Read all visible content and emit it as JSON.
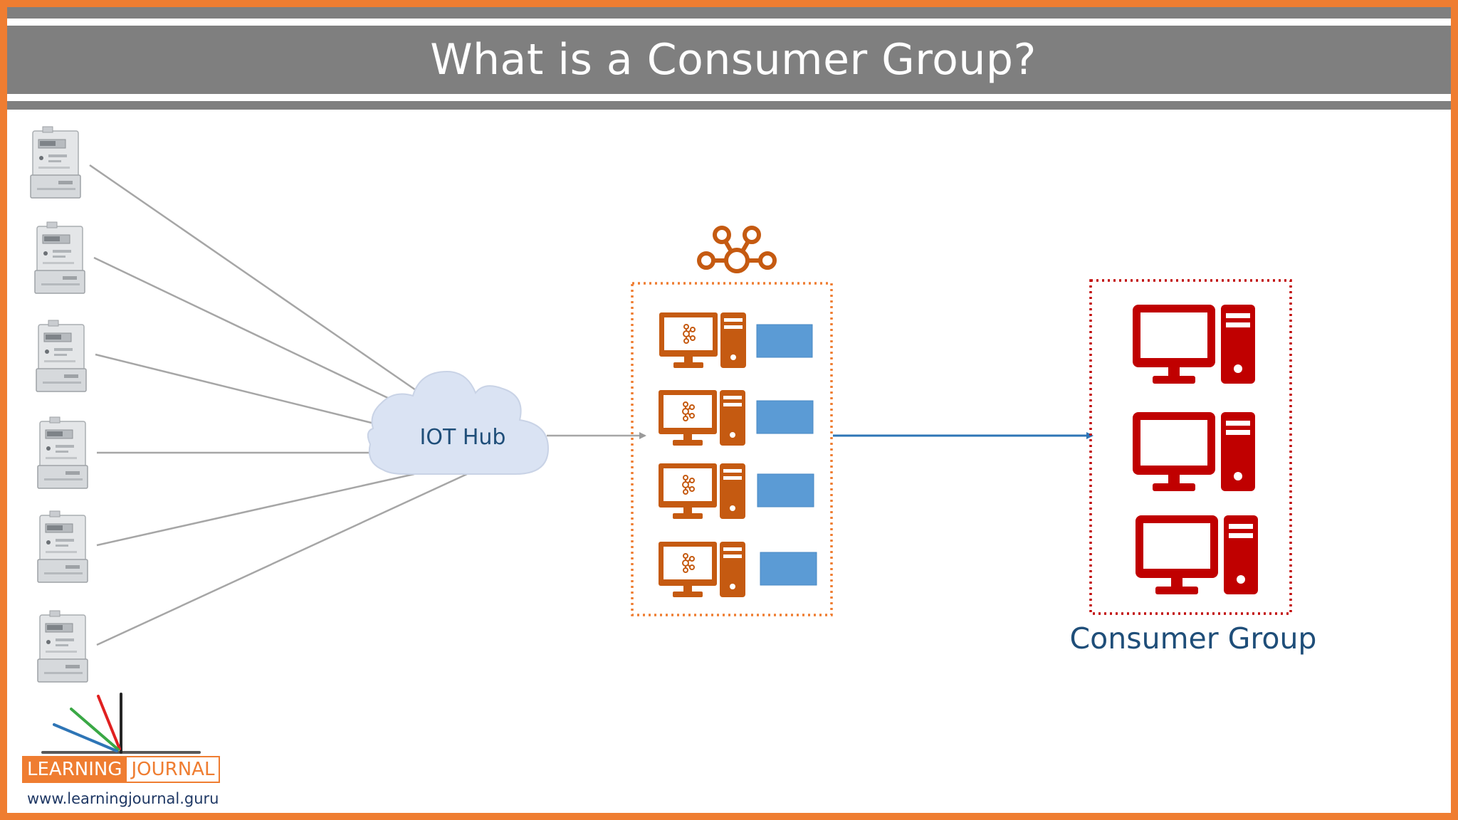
{
  "slide": {
    "title": "What is a Consumer Group?"
  },
  "diagram": {
    "device_count": 6,
    "device_icon": "electric-meter-icon",
    "hub_label": "IOT Hub",
    "cluster_icon": "kafka-cluster-icon",
    "broker_icon": "kafka-broker-server-icon",
    "broker_count": 4,
    "consumer_icon": "computer-icon",
    "consumer_count": 3,
    "consumer_group_label": "Consumer Group"
  },
  "logo": {
    "word_1": "LEARNING",
    "word_2": "JOURNAL",
    "url": "www.learningjournal.guru"
  },
  "colors": {
    "frame": "#ef7d31",
    "title_band": "#7f7f7f",
    "broker_orange": "#c55a11",
    "partition_blue": "#5b9bd5",
    "consumer_red": "#c00000",
    "arrow_blue": "#2e75b6",
    "text_navy": "#1f4e79"
  }
}
